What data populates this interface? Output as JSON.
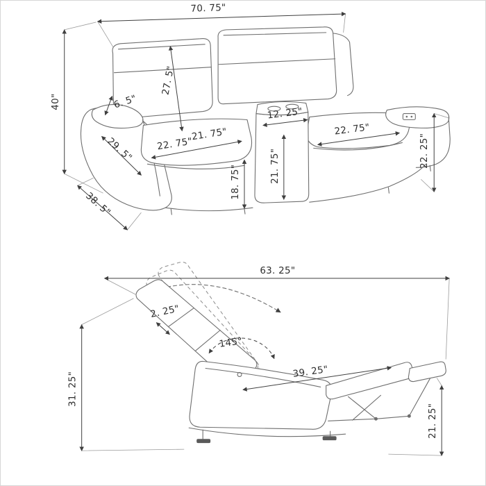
{
  "diagram_type": "furniture dimension line drawing",
  "loveseat": {
    "view": "power loveseat with console - front three-quarter view",
    "overall_width": "70. 75\"",
    "overall_height": "40\"",
    "back_cushion_height": "27. 5\"",
    "arm_front_detail": "6. 5\"",
    "seat_depth": "21. 75\"",
    "left_seat_width": "22. 75\"",
    "arm_length": "29. 5\"",
    "overall_depth": "38. 5\"",
    "seat_height": "18. 75\"",
    "console_width": "12. 25\"",
    "console_height": "21. 75\"",
    "right_seat_width": "22. 75\"",
    "right_arm_height": "22. 25\""
  },
  "recliner": {
    "view": "recliner - reclined side view with motion arcs",
    "reclined_length": "63. 25\"",
    "back_thickness": "2. 25\"",
    "recline_angle": "145°",
    "footrest_extension": "39. 25\"",
    "overall_height": "31. 25\"",
    "footrest_height": "21. 25\""
  }
}
